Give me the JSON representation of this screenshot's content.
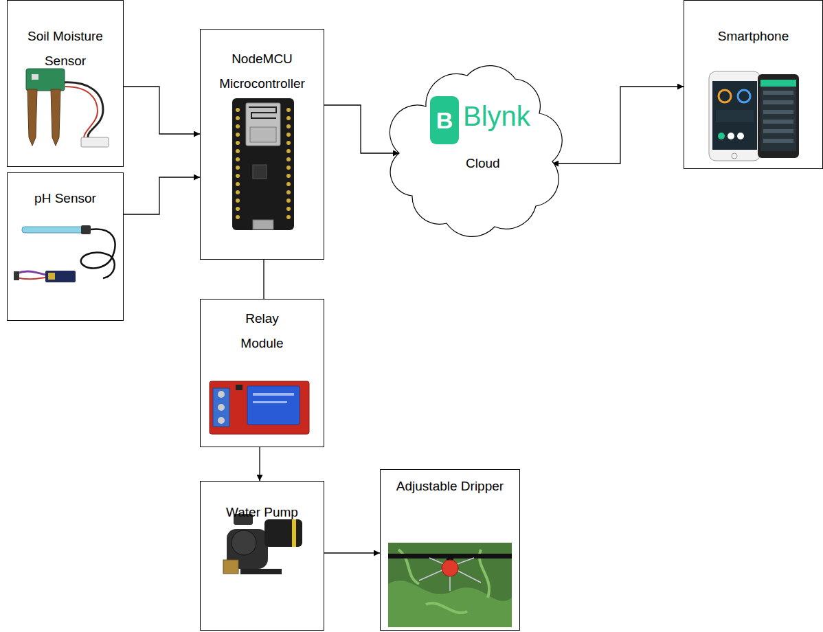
{
  "diagram": {
    "nodes": [
      {
        "text": [
          "Soil Moisture Sensor"
        ]
      },
      {
        "text": [
          "pH Sensor"
        ]
      },
      {
        "text": [
          "NodeMCU Microcontroller"
        ]
      },
      {
        "text": [
          "Blynk",
          "Cloud"
        ]
      },
      {
        "text": [
          "Smartphone"
        ]
      },
      {
        "text": [
          "Relay Module"
        ]
      },
      {
        "text": [
          "Water Pump"
        ]
      },
      {
        "text": [
          "Adjustable Dripper"
        ]
      }
    ],
    "edges": [
      {
        "from": 0,
        "to": 2,
        "arrow": "to"
      },
      {
        "from": 1,
        "to": 2,
        "arrow": "to"
      },
      {
        "from": 2,
        "to": 3,
        "arrow": "to"
      },
      {
        "from": 3,
        "to": 4,
        "arrow": "both"
      },
      {
        "from": 2,
        "to": 5,
        "arrow": "none"
      },
      {
        "from": 5,
        "to": 6,
        "arrow": "to"
      },
      {
        "from": 6,
        "to": 7,
        "arrow": "to"
      }
    ],
    "labels": [
      "B"
    ]
  }
}
